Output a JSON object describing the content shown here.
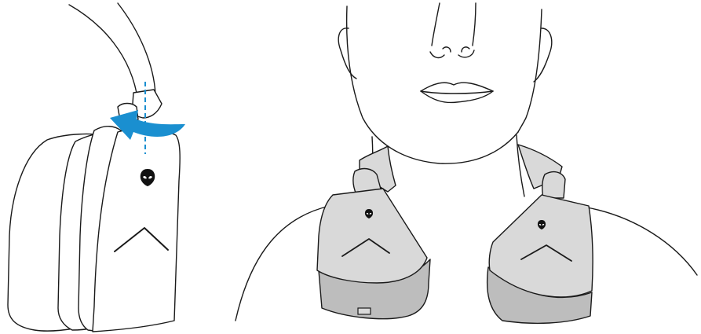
{
  "figures": [
    {
      "id": "rotate-earcup-detail"
    },
    {
      "id": "headset-worn-around-neck"
    }
  ],
  "colors": {
    "line": "#1a1a1a",
    "earcup_fill": "#d9d9d9",
    "earcup_shadow": "#bdbdbd",
    "arrow": "#1a8fd0",
    "background": "#ffffff"
  },
  "icons": [
    "alien-head-logo-icon",
    "rotation-arrow-icon",
    "pivot-axis-dashed-line"
  ]
}
